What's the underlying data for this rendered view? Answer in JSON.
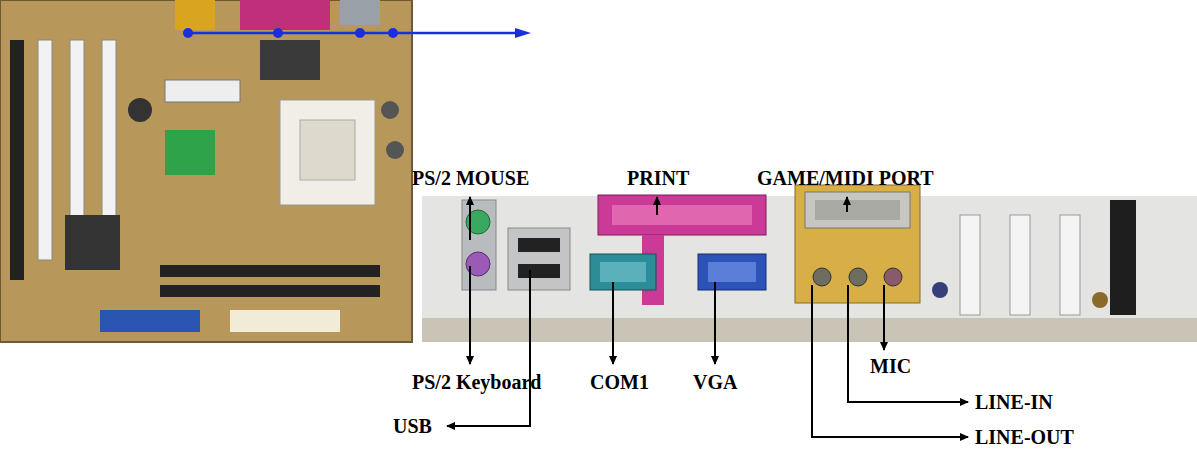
{
  "diagram": {
    "labels": [
      "PS/2 MOUSE",
      "PRINT",
      "GAME/MIDI PORT",
      "PS/2 Keyboard",
      "COM1",
      "VGA",
      "MIC",
      "USB",
      "LINE-IN",
      "LINE-OUT"
    ]
  }
}
